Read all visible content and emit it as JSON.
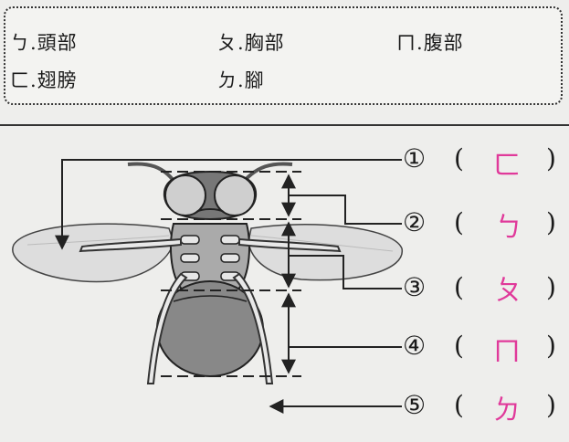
{
  "options": [
    {
      "key": "ㄅ",
      "label": "頭部"
    },
    {
      "key": "ㄆ",
      "label": "胸部"
    },
    {
      "key": "ㄇ",
      "label": "腹部"
    },
    {
      "key": "ㄈ",
      "label": "翅膀"
    },
    {
      "key": "ㄉ",
      "label": "腳"
    }
  ],
  "questions": [
    {
      "number": "①",
      "answer": "ㄈ"
    },
    {
      "number": "②",
      "answer": "ㄅ"
    },
    {
      "number": "③",
      "answer": "ㄆ"
    },
    {
      "number": "④",
      "answer": "ㄇ"
    },
    {
      "number": "⑤",
      "answer": "ㄉ"
    }
  ],
  "colors": {
    "answer_ink": "#e0399a"
  }
}
